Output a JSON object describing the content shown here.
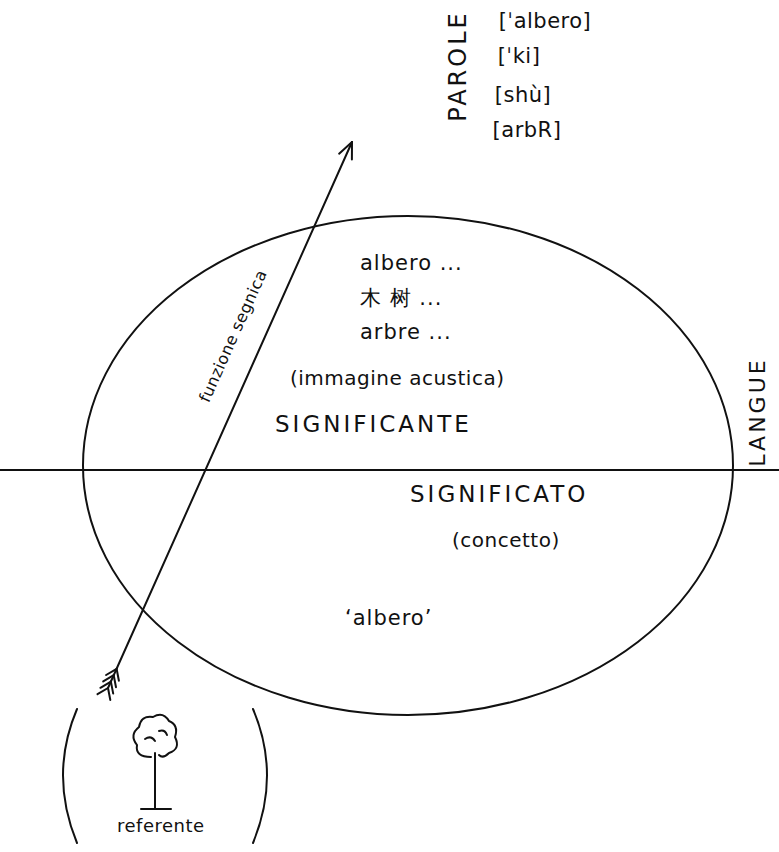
{
  "diagram": {
    "nodes": [
      {
        "text": [
          "albero ...",
          "木 树 ...",
          "arbre ...",
          "(immagine acustica)",
          "SIGNIFICANTE",
          "SIGNIFICATO",
          "(concetto)",
          "‘albero’"
        ]
      },
      {
        "text": [
          "referente"
        ]
      }
    ],
    "labels": [
      "PAROLE",
      "[ˈalbero]",
      "[ˈki]",
      "[shù]",
      "[arbR]",
      "funzione segnica",
      "LANGUE"
    ]
  }
}
